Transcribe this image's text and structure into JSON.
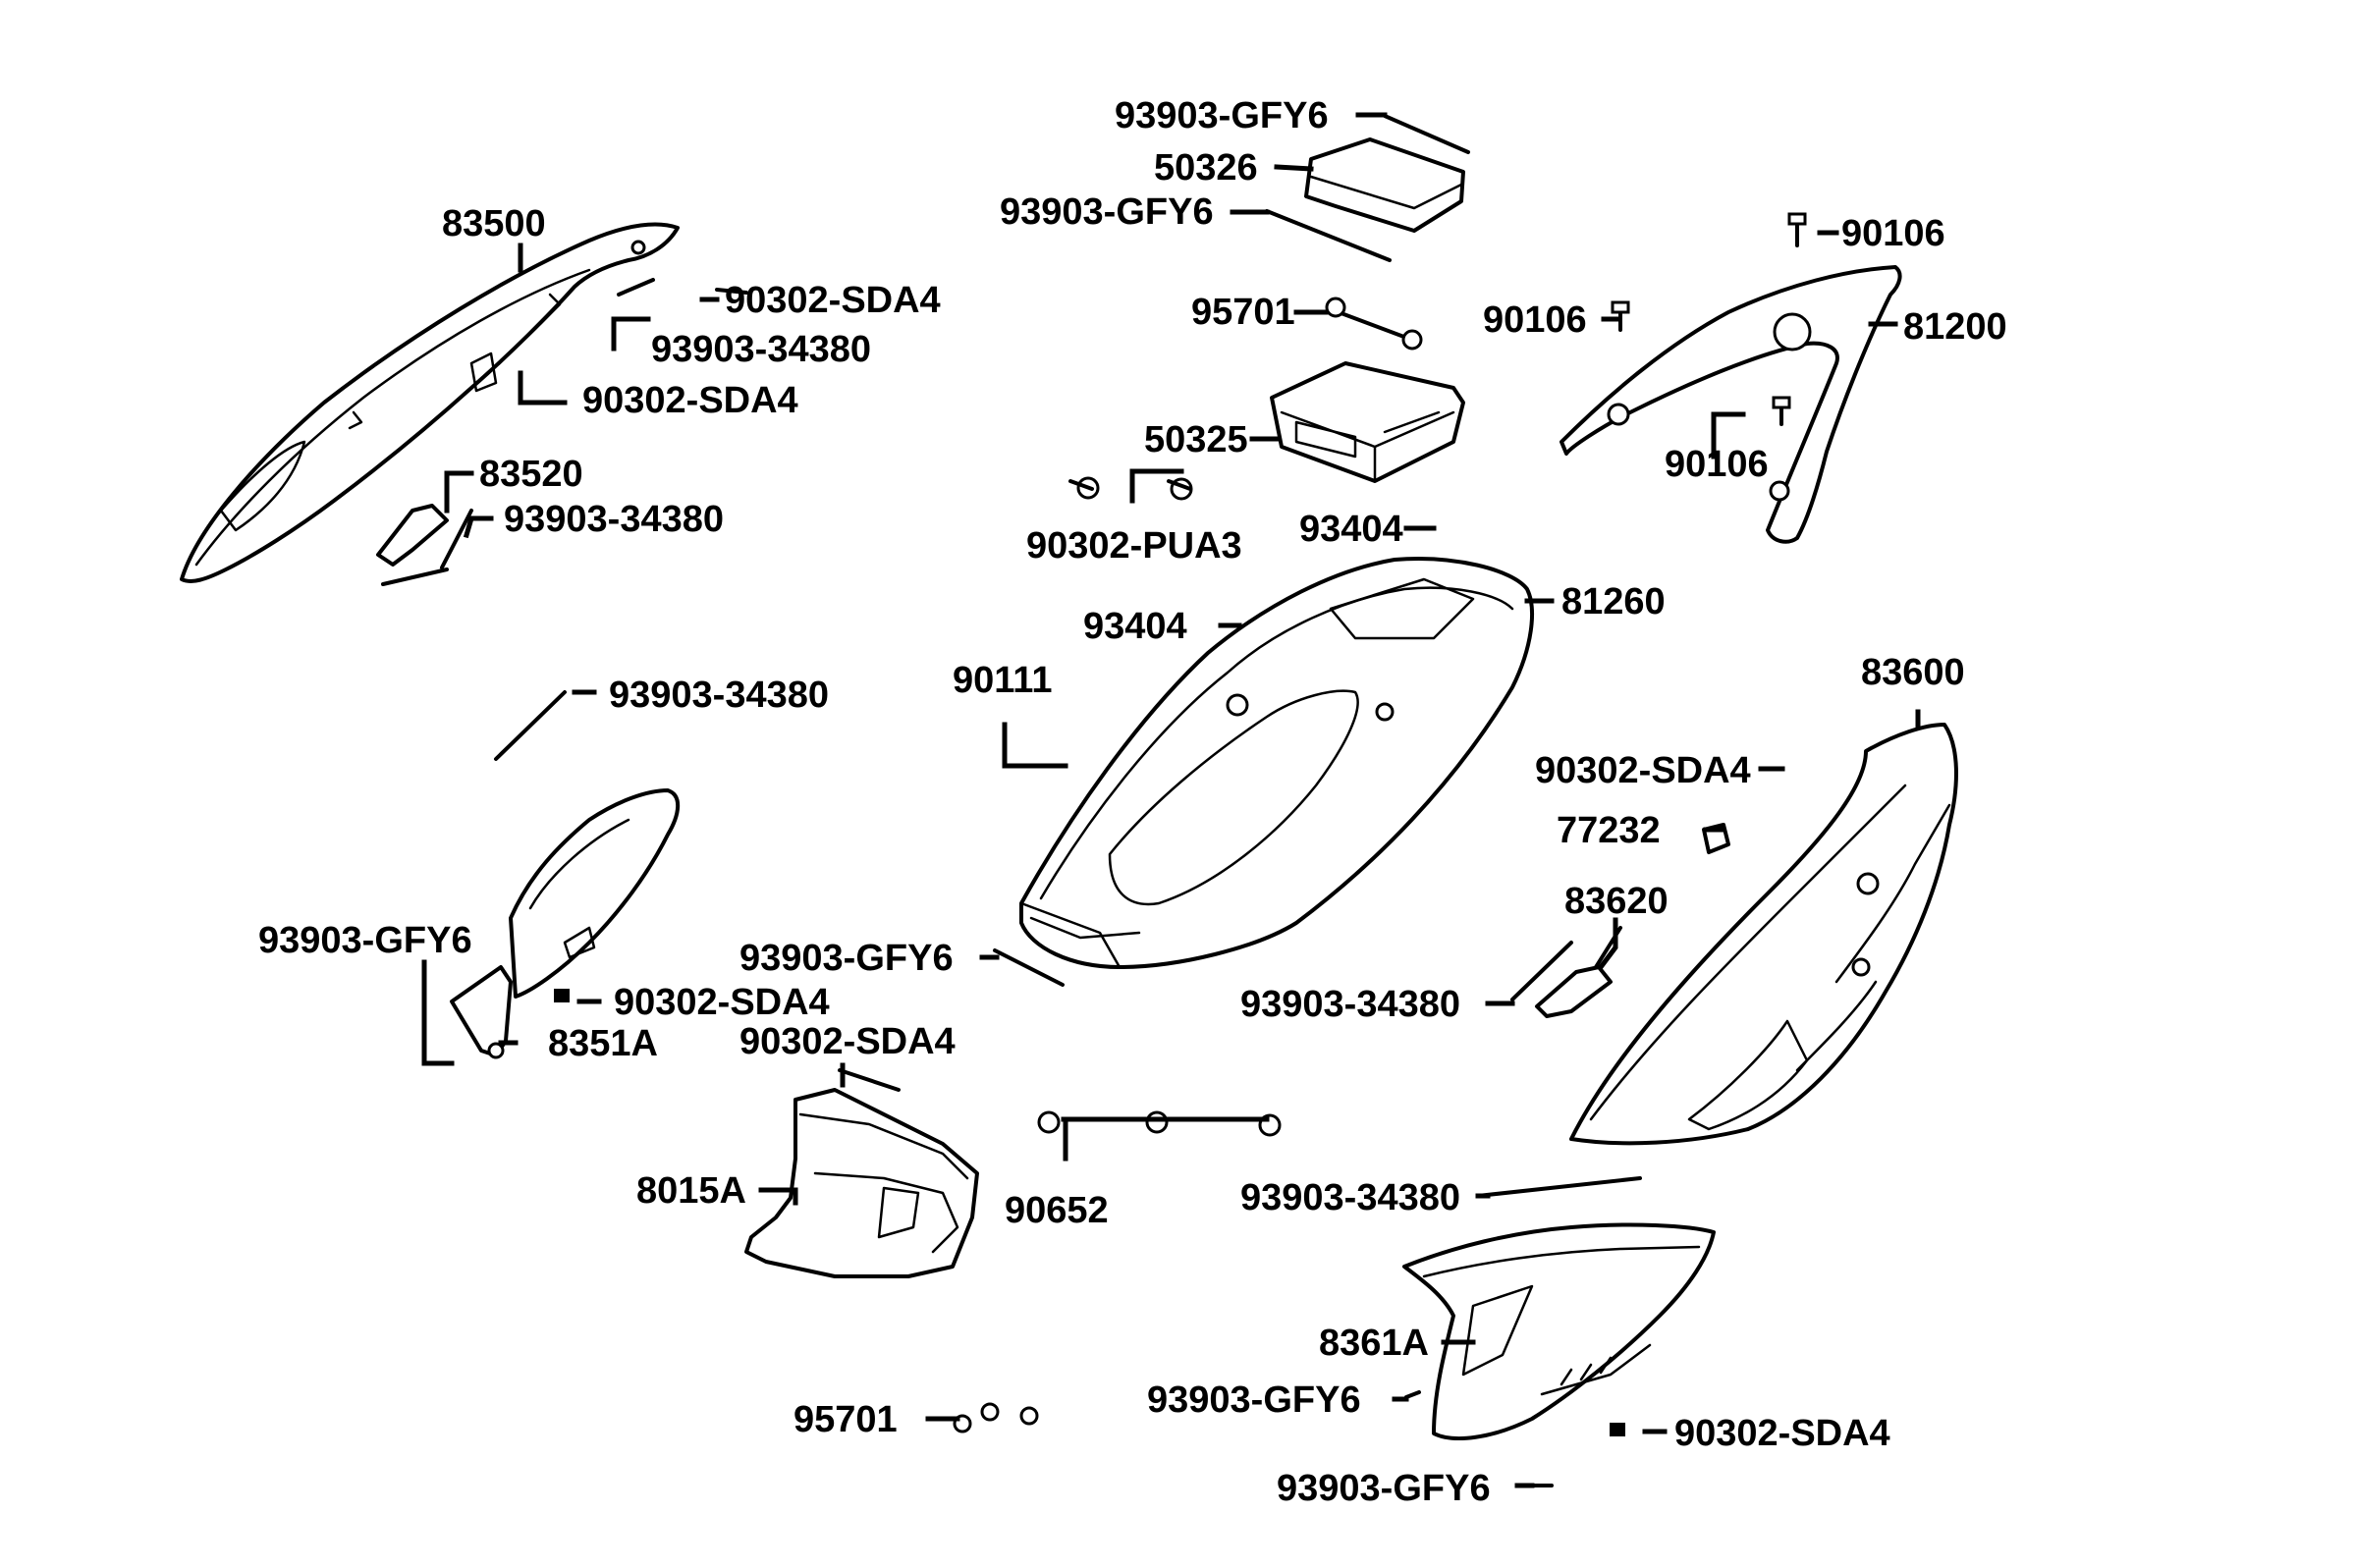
{
  "diagram": {
    "labels": {
      "p93903_gfy6_top": "93903-GFY6",
      "p50326": "50326",
      "p93903_gfy6_top2": "93903-GFY6",
      "p90106_a": "90106",
      "p81200": "81200",
      "p83500": "83500",
      "p95701_top": "95701",
      "p90106_b": "90106",
      "p90302_sda4_a": "90302-SDA4",
      "p93903_34380_a": "93903-34380",
      "p90302_sda4_b": "90302-SDA4",
      "p50325": "50325",
      "p90106_c": "90106",
      "p83520": "83520",
      "p93903_34380_b": "93903-34380",
      "p90302_pua3": "90302-PUA3",
      "p93404_a": "93404",
      "p81260": "81260",
      "p93404_b": "93404",
      "p83600": "83600",
      "p90111": "90111",
      "p93903_34380_c": "93903-34380",
      "p90302_sda4_c": "90302-SDA4",
      "p77232": "77232",
      "p83620": "83620",
      "p93903_gfy6_left": "93903-GFY6",
      "p93903_gfy6_mid": "93903-GFY6",
      "p93903_34380_d": "93903-34380",
      "p90302_sda4_d": "90302-SDA4",
      "p8351a": "8351A",
      "p90302_sda4_e": "90302-SDA4",
      "p8015a": "8015A",
      "p90652": "90652",
      "p93903_34380_e": "93903-34380",
      "p8361a": "8361A",
      "p93903_gfy6_b1": "93903-GFY6",
      "p95701_bottom": "95701",
      "p90302_sda4_f": "90302-SDA4",
      "p93903_gfy6_b2": "93903-GFY6"
    }
  }
}
